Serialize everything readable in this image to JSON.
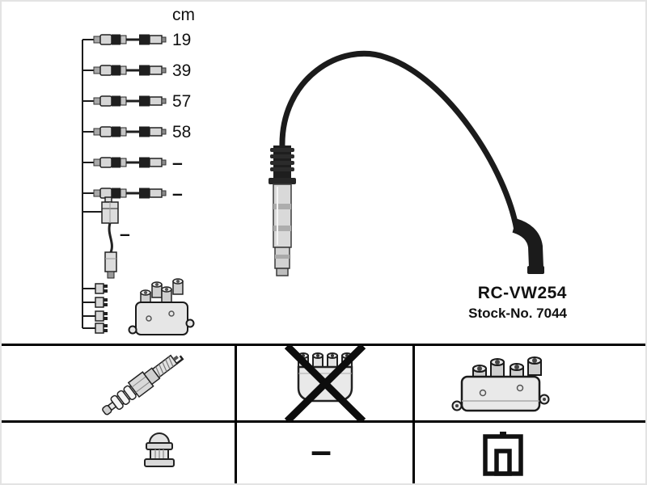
{
  "page": {
    "background": "#ffffff",
    "border_color": "#e3e3e3",
    "line_color": "#000000",
    "drawing_gray": "#d9d9d9",
    "drawing_black": "#1a1a1a"
  },
  "lengths": {
    "unit": "cm",
    "rows": [
      "19",
      "39",
      "57",
      "58",
      "–",
      "–"
    ],
    "coil_lead": "–"
  },
  "product": {
    "code": "RC-VW254",
    "stock": "Stock-No. 7044"
  },
  "compatibility_grid": {
    "rows": [
      [
        {
          "icon": "spark-plug-icon"
        },
        {
          "icon": "distributor-cap-crossed-icon"
        },
        {
          "icon": "ignition-coil-icon"
        }
      ],
      [
        {
          "icon": "terminal-cap-icon"
        },
        {
          "label": "–"
        },
        {
          "icon": "coil-connector-icon"
        }
      ]
    ]
  }
}
